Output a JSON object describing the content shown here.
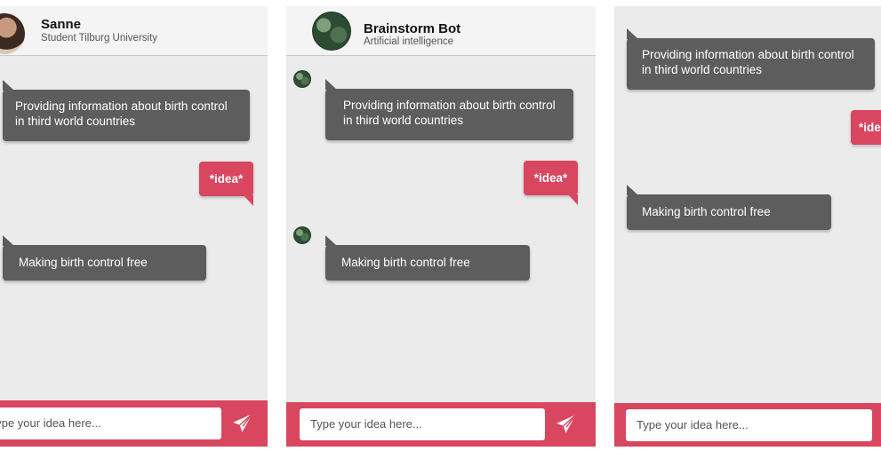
{
  "panels": [
    {
      "contact": {
        "name": "Sanne",
        "subtitle": "Student Tilburg University",
        "avatar_icon": "person-photo-avatar"
      },
      "messages": [
        {
          "from": "bot",
          "text_line1": "Providing information about birth control",
          "text_line2": "in third world countries"
        },
        {
          "from": "user",
          "text": "*idea*"
        },
        {
          "from": "bot",
          "text": "Making birth control free"
        }
      ],
      "input": {
        "placeholder": "Type your idea here..."
      },
      "send_icon": "paper-plane-icon"
    },
    {
      "contact": {
        "name": "Brainstorm Bot",
        "subtitle": "Artificial intelligence",
        "avatar_icon": "leaf-texture-avatar"
      },
      "messages": [
        {
          "from": "bot",
          "text_line1": "Providing information about birth control",
          "text_line2": "in third world countries"
        },
        {
          "from": "user",
          "text": "*idea*"
        },
        {
          "from": "bot",
          "text": "Making birth control free"
        }
      ],
      "input": {
        "placeholder": "Type your idea here..."
      },
      "send_icon": "paper-plane-icon"
    },
    {
      "messages": [
        {
          "from": "bot",
          "text_line1": "Providing information about birth control",
          "text_line2": "in third world countries"
        },
        {
          "from": "user",
          "text": "*ide"
        },
        {
          "from": "bot",
          "text": "Making birth control free"
        }
      ],
      "input": {
        "placeholder": "Type your idea here..."
      }
    }
  ],
  "colors": {
    "accent": "#d9465f",
    "bot_bubble": "#5d5d5d",
    "chat_bg": "#ebebeb",
    "header_bg": "#f4f4f4"
  }
}
